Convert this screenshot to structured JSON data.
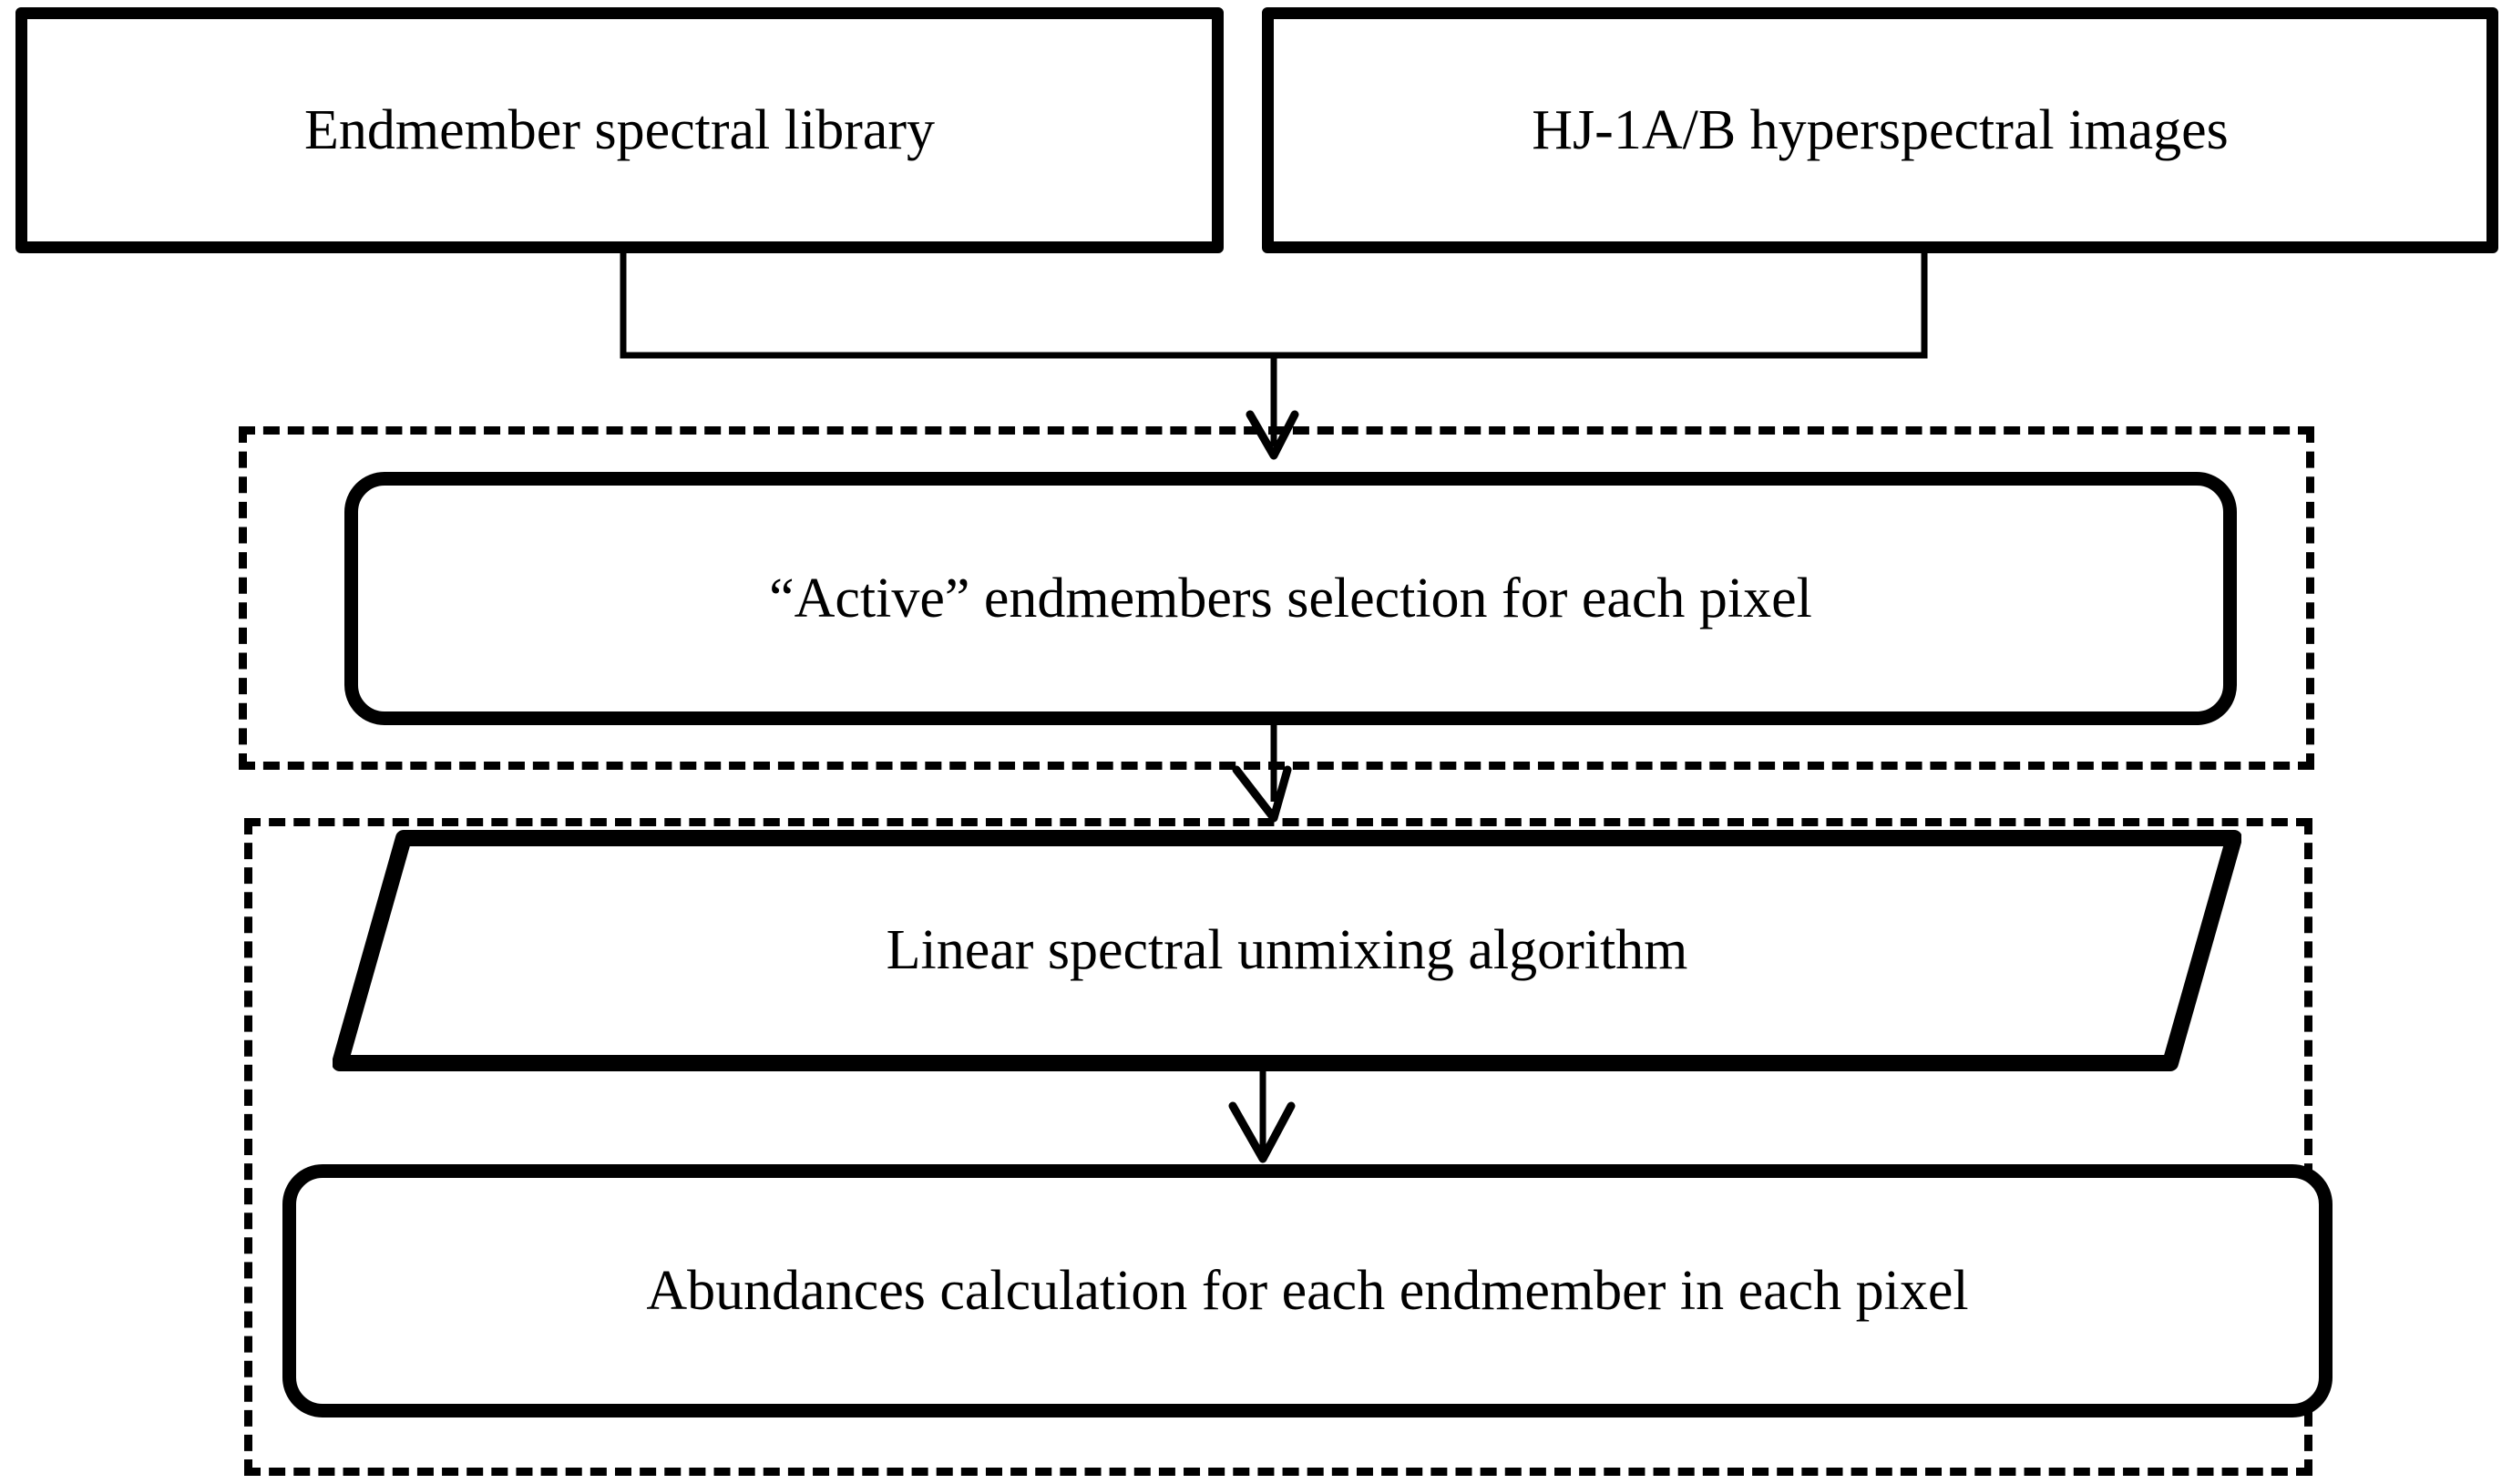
{
  "diagram": {
    "type": "flowchart",
    "title": "Spectral unmixing processing flowchart",
    "orientation": "top-to-bottom",
    "colors": {
      "stroke": "#000000",
      "fill": "#ffffff",
      "group_border": "#000000"
    },
    "inputs": [
      {
        "id": "endmember-library",
        "label": "Endmember spectral library",
        "shape": "rectangle"
      },
      {
        "id": "hyperspectral-images",
        "label": "HJ-1A/B hyperspectral images",
        "shape": "rectangle"
      }
    ],
    "groups": [
      {
        "id": "group-selection",
        "style": "dashed",
        "nodes": [
          {
            "id": "active-endmembers",
            "label": "“Active” endmembers selection for each pixel",
            "shape": "rounded-rectangle"
          }
        ]
      },
      {
        "id": "group-unmixing",
        "style": "dashed",
        "nodes": [
          {
            "id": "lsu-algorithm",
            "label": "Linear spectral unmixing algorithm",
            "shape": "parallelogram"
          },
          {
            "id": "abundances",
            "label": "Abundances calculation for each endmember in each pixel",
            "shape": "rounded-rectangle"
          }
        ]
      }
    ],
    "connectors": [
      {
        "id": "inputs-to-selection",
        "from": "endmember-library + hyperspectral-images",
        "to": "group-selection",
        "style": "merge-then-arrow"
      },
      {
        "id": "selection-to-unmixing",
        "from": "active-endmembers",
        "to": "group-unmixing",
        "style": "arrow"
      },
      {
        "id": "unmixing-to-abundances",
        "from": "lsu-algorithm",
        "to": "abundances",
        "style": "arrow"
      }
    ]
  }
}
